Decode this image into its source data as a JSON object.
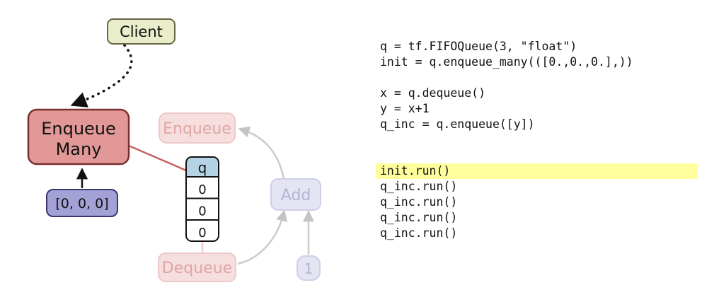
{
  "diagram": {
    "nodes": {
      "client": "Client",
      "enqueue_many": [
        "Enqueue",
        "Many"
      ],
      "input_values": "[0, 0, 0]",
      "enqueue_faded": "Enqueue",
      "add_faded": "Add",
      "dequeue_faded": "Dequeue",
      "one_faded": "1"
    },
    "queue": {
      "header": "q",
      "cells": [
        "0",
        "0",
        "0"
      ]
    },
    "colors": {
      "client_fill": "#e9edca",
      "enqueue_many_fill": "#e39898",
      "enqueue_many_stroke": "#7a2e2e",
      "input_fill": "#a4a1d6",
      "queue_header_fill": "#b4d4e6",
      "red_edge": "#c96161",
      "faded_pink_fill": "#f6dede",
      "faded_lavender_fill": "#e4e4f3",
      "highlight": "#ffff9e"
    }
  },
  "code": {
    "lines": [
      "q = tf.FIFOQueue(3, \"float\")",
      "init = q.enqueue_many(([0.,0.,0.],))",
      "",
      "x = q.dequeue()",
      "y = x+1",
      "q_inc = q.enqueue([y])",
      "",
      "",
      "init.run()",
      "q_inc.run()",
      "q_inc.run()",
      "q_inc.run()",
      "q_inc.run()"
    ],
    "highlight_index": 8
  }
}
